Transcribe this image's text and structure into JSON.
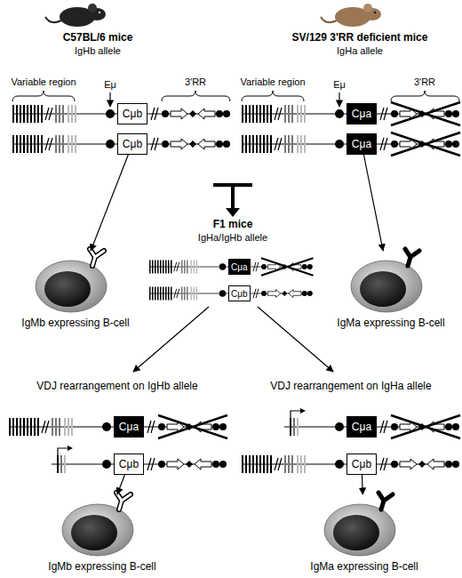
{
  "diagram": {
    "nodes": [
      {
        "text": [
          "Cμb"
        ]
      },
      {
        "text": [
          "Cμb"
        ]
      },
      {
        "text": [
          "Cμa"
        ]
      },
      {
        "text": [
          "Cμa"
        ]
      },
      {
        "text": [
          "IgMb expressing B-cell"
        ]
      },
      {
        "text": [
          "IgMa expressing B-cell"
        ]
      },
      {
        "text": [
          "Cμa"
        ]
      },
      {
        "text": [
          "Cμb"
        ]
      },
      {
        "text": [
          "Cμa"
        ]
      },
      {
        "text": [
          "Cμb"
        ]
      },
      {
        "text": [
          "Cμa"
        ]
      },
      {
        "text": [
          "Cμb"
        ]
      },
      {
        "text": [
          "IgMb expressing B-cell"
        ]
      },
      {
        "text": [
          "IgMa expressing B-cell"
        ]
      }
    ],
    "edges": [
      {
        "from": 1,
        "to": 4,
        "arrow": "to"
      },
      {
        "from": 3,
        "to": 5,
        "arrow": "to"
      },
      {
        "from": 9,
        "to": 12,
        "arrow": "to"
      },
      {
        "from": 11,
        "to": 13,
        "arrow": "to"
      }
    ],
    "labels": [
      "C57BL/6 mice",
      "IgHb allele",
      "SV/129 3'RR deficient mice",
      "IgHa allele",
      "Variable region",
      "Eμ",
      "3'RR",
      "Variable region",
      "Eμ",
      "3'RR",
      "F1 mice",
      "IgHa/IgHb allele",
      "VDJ rearrangement on IgHb allele",
      "VDJ rearrangement on IgHa allele"
    ]
  }
}
